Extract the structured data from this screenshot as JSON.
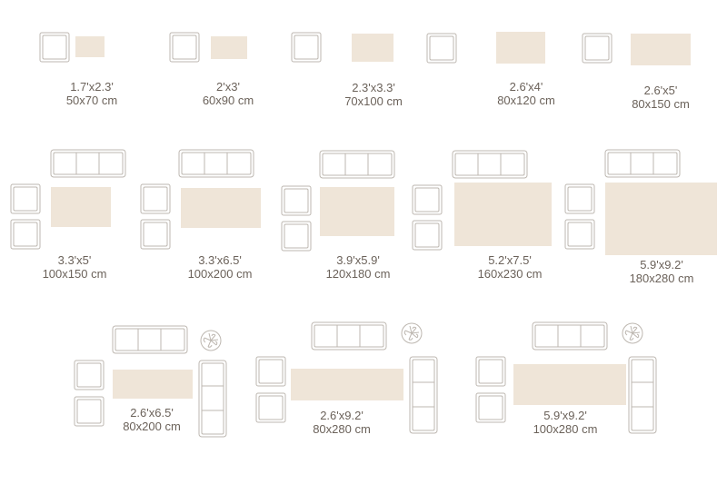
{
  "colors": {
    "rug": "#efe5d8",
    "furniture_stroke": "#bdb7b0",
    "text": "#6b625a"
  },
  "rug_sizes": [
    {
      "feet": "1.7'x2.3'",
      "cm": "50x70 cm"
    },
    {
      "feet": "2'x3'",
      "cm": "60x90 cm"
    },
    {
      "feet": "2.3'x3.3'",
      "cm": "70x100 cm"
    },
    {
      "feet": "2.6'x4'",
      "cm": "80x120 cm"
    },
    {
      "feet": "2.6'x5'",
      "cm": "80x150 cm"
    },
    {
      "feet": "3.3'x5'",
      "cm": "100x150 cm"
    },
    {
      "feet": "3.3'x6.5'",
      "cm": "100x200 cm"
    },
    {
      "feet": "3.9'x5.9'",
      "cm": "120x180 cm"
    },
    {
      "feet": "5.2'x7.5'",
      "cm": "160x230 cm"
    },
    {
      "feet": "5.9'x9.2'",
      "cm": "180x280 cm"
    },
    {
      "feet": "2.6'x6.5'",
      "cm": "80x200 cm"
    },
    {
      "feet": "2.6'x9.2'",
      "cm": "80x280 cm"
    },
    {
      "feet": "5.9'x9.2'",
      "cm": "100x280 cm"
    }
  ]
}
